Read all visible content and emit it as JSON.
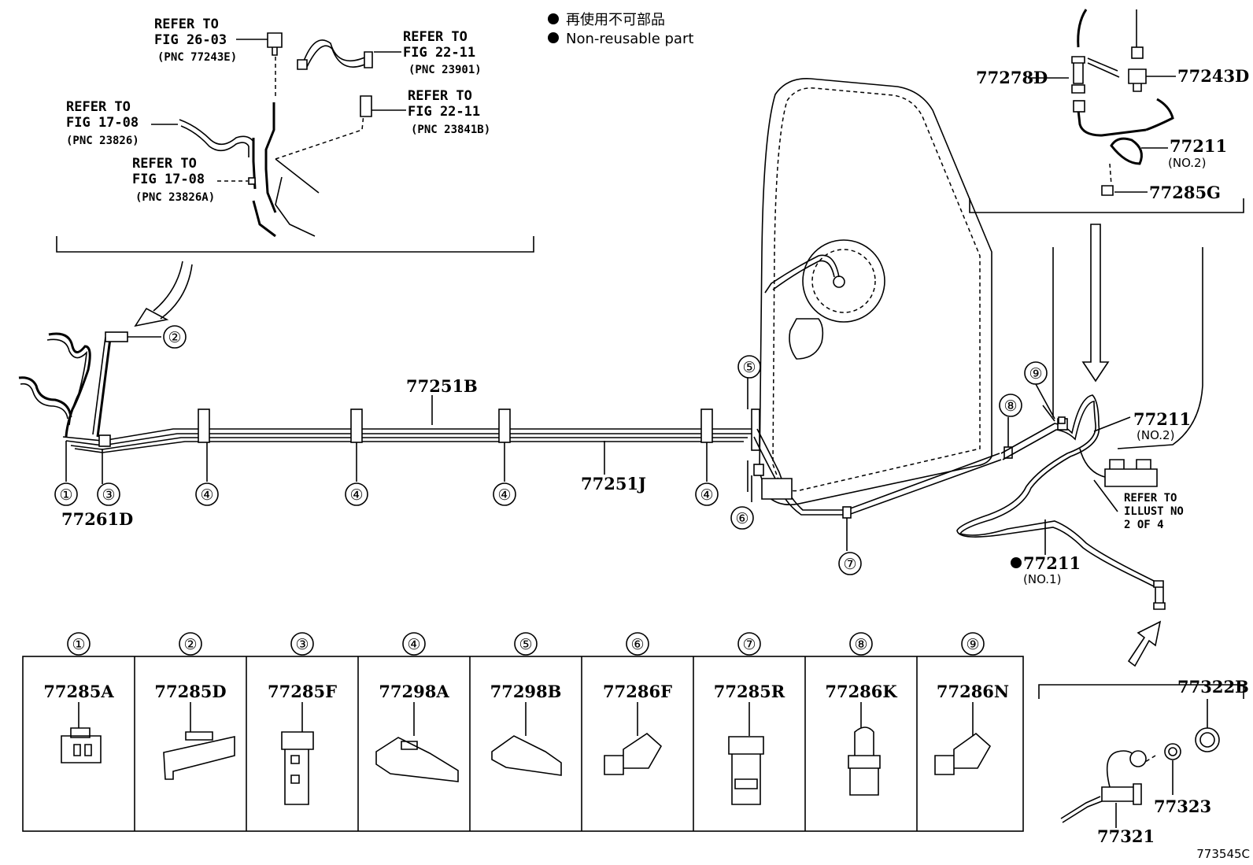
{
  "legend": {
    "items": [
      {
        "text": "再使用不可部品"
      },
      {
        "text": "Non-reusable part"
      }
    ]
  },
  "refs": {
    "r1": {
      "l1": "REFER TO",
      "l2": "FIG 26-03",
      "l3": "(PNC 77243E)"
    },
    "r2": {
      "l1": "REFER TO",
      "l2": "FIG 22-11",
      "l3": "(PNC 23901)"
    },
    "r3": {
      "l1": "REFER TO",
      "l2": "FIG 22-11",
      "l3": "(PNC 23841B)"
    },
    "r4": {
      "l1": "REFER TO",
      "l2": "FIG 17-08",
      "l3": "(PNC 23826)"
    },
    "r5": {
      "l1": "REFER TO",
      "l2": "FIG 17-08",
      "l3": "(PNC 23826A)"
    },
    "r6": {
      "l1": "REFER TO",
      "l2": "ILLUST NO",
      "l3": "2 OF 4"
    }
  },
  "parts": {
    "p77251B": "77251B",
    "p77251J": "77251J",
    "p77261D": "77261D",
    "p77278D": "77278D",
    "p77243D": "77243D",
    "p77211a": "77211",
    "p77211a_sub": "(NO.2)",
    "p77285G": "77285G",
    "p77211b": "77211",
    "p77211b_sub": "(NO.2)",
    "p77211c": "77211",
    "p77211c_sub": "(NO.1)",
    "p77322B": "77322B",
    "p77323": "77323",
    "p77321": "77321"
  },
  "callouts": [
    "①",
    "②",
    "③",
    "④",
    "⑤",
    "⑥",
    "⑦",
    "⑧",
    "⑨"
  ],
  "clips": [
    {
      "num": "①",
      "part": "77285A"
    },
    {
      "num": "②",
      "part": "77285D"
    },
    {
      "num": "③",
      "part": "77285F"
    },
    {
      "num": "④",
      "part": "77298A"
    },
    {
      "num": "⑤",
      "part": "77298B"
    },
    {
      "num": "⑥",
      "part": "77286F"
    },
    {
      "num": "⑦",
      "part": "77285R"
    },
    {
      "num": "⑧",
      "part": "77286K"
    },
    {
      "num": "⑨",
      "part": "77286N"
    }
  ],
  "figure_id": "773545C"
}
